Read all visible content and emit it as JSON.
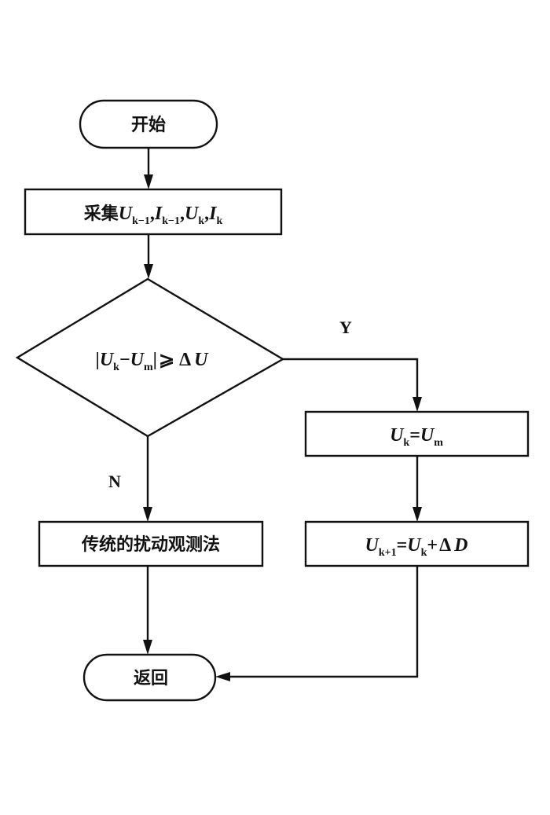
{
  "flowchart": {
    "nodes": {
      "start": {
        "type": "terminator",
        "label": "开始"
      },
      "collect": {
        "type": "process",
        "label_prefix": "采集",
        "vars": [
          {
            "sym": "U",
            "sub": "k−1",
            "sep": ","
          },
          {
            "sym": "I",
            "sub": "k−1",
            "sep": ","
          },
          {
            "sym": "U",
            "sub": "k",
            "sep": ","
          },
          {
            "sym": "I",
            "sub": "k",
            "sep": ""
          }
        ]
      },
      "decision": {
        "type": "decision",
        "open_bar": "|",
        "a_sym": "U",
        "a_sub": "k",
        "minus": "−",
        "b_sym": "U",
        "b_sub": "m",
        "close_bar": "|",
        "op": "⩾",
        "delta": "Δ",
        "rhs": "U"
      },
      "set_uk": {
        "type": "process",
        "lhs_sym": "U",
        "lhs_sub": "k",
        "eq": "=",
        "rhs_sym": "U",
        "rhs_sub": "m"
      },
      "update": {
        "type": "process",
        "lhs_sym": "U",
        "lhs_sub": "k+1",
        "eq": "=",
        "rhs_sym": "U",
        "rhs_sub": "k",
        "plus": "+",
        "delta": "Δ",
        "d": "D"
      },
      "traditional": {
        "type": "process",
        "label": "传统的扰动观测法"
      },
      "return": {
        "type": "terminator",
        "label": "返回"
      }
    },
    "edges": [
      {
        "from": "start",
        "to": "collect"
      },
      {
        "from": "collect",
        "to": "decision"
      },
      {
        "from": "decision",
        "to": "set_uk",
        "label": "Y"
      },
      {
        "from": "decision",
        "to": "traditional",
        "label": "N"
      },
      {
        "from": "set_uk",
        "to": "update"
      },
      {
        "from": "traditional",
        "to": "return"
      },
      {
        "from": "update",
        "to": "return"
      }
    ],
    "branch_labels": {
      "yes": "Y",
      "no": "N"
    }
  }
}
